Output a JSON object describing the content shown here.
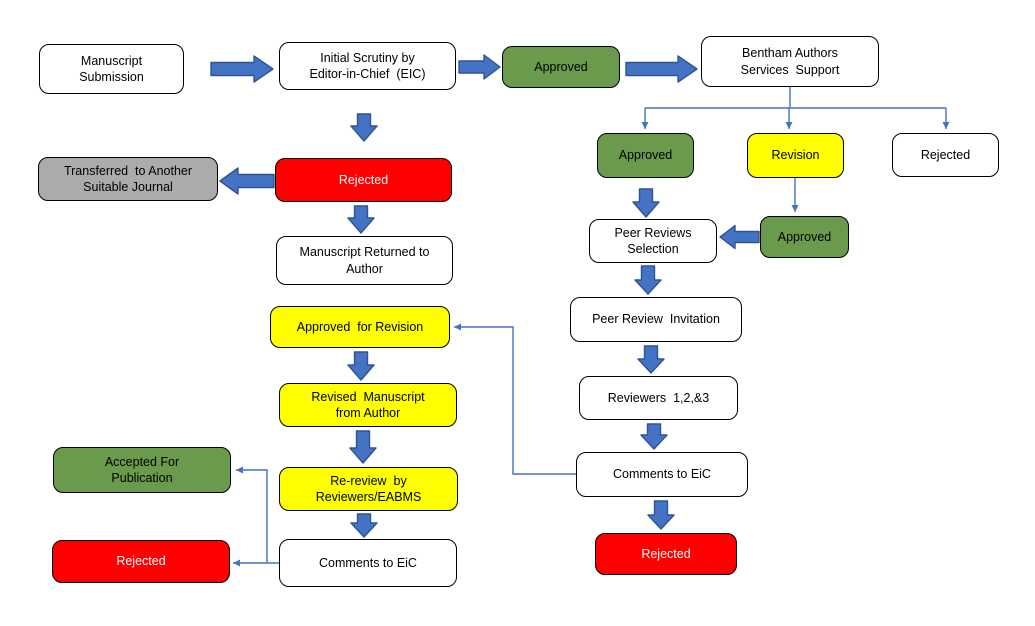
{
  "colors": {
    "page_bg": "#ffffff",
    "box_white": "#ffffff",
    "box_green": "#6a9a4c",
    "box_yellow": "#ffff00",
    "box_red": "#fe0000",
    "box_gray": "#ababab",
    "box_border": "#000000",
    "arrow_fill": "#4472c4",
    "arrow_stroke": "#2e5494",
    "connector": "#4472c4",
    "text_dark": "#000000",
    "text_light": "#ffffff"
  },
  "nodes": [
    {
      "id": "manuscript-submission",
      "label": "Manuscript\nSubmission",
      "color": "white"
    },
    {
      "id": "initial-scrutiny-eic",
      "label": "Initial Scrutiny by\nEditor-in-Chief  (EIC)",
      "color": "white"
    },
    {
      "id": "approved-eic",
      "label": "Approved",
      "color": "green"
    },
    {
      "id": "bentham-authors-support",
      "label": "Bentham Authors\nServices  Support",
      "color": "white"
    },
    {
      "id": "approved-bentham",
      "label": "Approved",
      "color": "green"
    },
    {
      "id": "revision",
      "label": "Revision",
      "color": "yellow"
    },
    {
      "id": "rejected-bentham",
      "label": "Rejected",
      "color": "white"
    },
    {
      "id": "rejected-eic",
      "label": "Rejected",
      "color": "red"
    },
    {
      "id": "transferred-journal",
      "label": "Transferred  to Another\nSuitable Journal",
      "color": "gray"
    },
    {
      "id": "manuscript-returned",
      "label": "Manuscript Returned to\nAuthor",
      "color": "white"
    },
    {
      "id": "approved-for-revision",
      "label": "Approved  for Revision",
      "color": "yellow"
    },
    {
      "id": "revised-manuscript",
      "label": "Revised  Manuscript\nfrom Author",
      "color": "yellow"
    },
    {
      "id": "accepted-for-publication",
      "label": "Accepted For\nPublication",
      "color": "green"
    },
    {
      "id": "re-review",
      "label": "Re-review  by\nReviewers/EABMS",
      "color": "yellow"
    },
    {
      "id": "rejected-final-left",
      "label": "Rejected",
      "color": "red"
    },
    {
      "id": "comments-to-eic-left",
      "label": "Comments to EiC",
      "color": "white"
    },
    {
      "id": "peer-reviews-selection",
      "label": "Peer Reviews\nSelection",
      "color": "white"
    },
    {
      "id": "approved-after-revision",
      "label": "Approved",
      "color": "green"
    },
    {
      "id": "peer-review-invitation",
      "label": "Peer Review  Invitation",
      "color": "white"
    },
    {
      "id": "reviewers-123",
      "label": "Reviewers  1,2,&3",
      "color": "white"
    },
    {
      "id": "comments-to-eic-right",
      "label": "Comments to EiC",
      "color": "white"
    },
    {
      "id": "rejected-final-right",
      "label": "Rejected",
      "color": "red"
    }
  ],
  "edges": [
    {
      "from": "manuscript-submission",
      "to": "initial-scrutiny-eic",
      "style": "block-arrow"
    },
    {
      "from": "initial-scrutiny-eic",
      "to": "approved-eic",
      "style": "block-arrow"
    },
    {
      "from": "approved-eic",
      "to": "bentham-authors-support",
      "style": "block-arrow"
    },
    {
      "from": "initial-scrutiny-eic",
      "to": "rejected-eic",
      "style": "block-arrow"
    },
    {
      "from": "rejected-eic",
      "to": "transferred-journal",
      "style": "block-arrow"
    },
    {
      "from": "rejected-eic",
      "to": "manuscript-returned",
      "style": "block-arrow"
    },
    {
      "from": "bentham-authors-support",
      "to": "approved-bentham",
      "style": "line-arrow"
    },
    {
      "from": "bentham-authors-support",
      "to": "revision",
      "style": "line-arrow"
    },
    {
      "from": "bentham-authors-support",
      "to": "rejected-bentham",
      "style": "line-arrow"
    },
    {
      "from": "approved-bentham",
      "to": "peer-reviews-selection",
      "style": "block-arrow"
    },
    {
      "from": "revision",
      "to": "approved-after-revision",
      "style": "line-arrow"
    },
    {
      "from": "approved-after-revision",
      "to": "peer-reviews-selection",
      "style": "block-arrow"
    },
    {
      "from": "peer-reviews-selection",
      "to": "peer-review-invitation",
      "style": "block-arrow"
    },
    {
      "from": "peer-review-invitation",
      "to": "reviewers-123",
      "style": "block-arrow"
    },
    {
      "from": "reviewers-123",
      "to": "comments-to-eic-right",
      "style": "block-arrow"
    },
    {
      "from": "comments-to-eic-right",
      "to": "rejected-final-right",
      "style": "block-arrow"
    },
    {
      "from": "comments-to-eic-right",
      "to": "approved-for-revision",
      "style": "line-arrow"
    },
    {
      "from": "approved-for-revision",
      "to": "revised-manuscript",
      "style": "block-arrow"
    },
    {
      "from": "revised-manuscript",
      "to": "re-review",
      "style": "block-arrow"
    },
    {
      "from": "re-review",
      "to": "comments-to-eic-left",
      "style": "block-arrow"
    },
    {
      "from": "comments-to-eic-left",
      "to": "rejected-final-left",
      "style": "line-arrow"
    },
    {
      "from": "comments-to-eic-left",
      "to": "accepted-for-publication",
      "style": "line-arrow"
    }
  ]
}
